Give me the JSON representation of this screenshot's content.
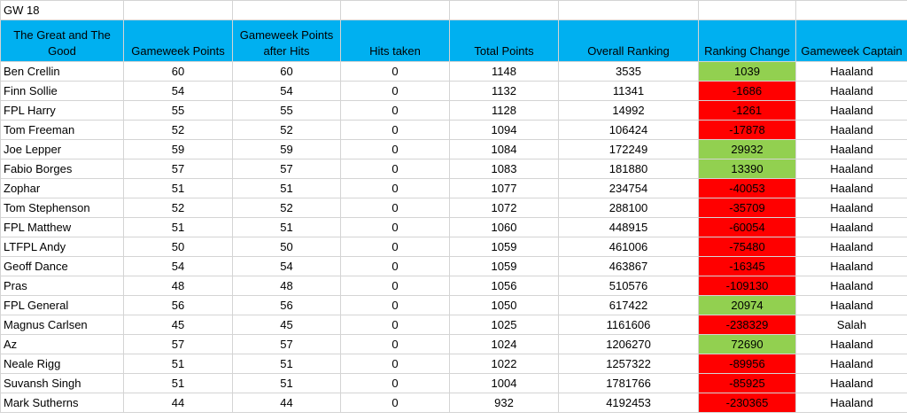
{
  "sheet": {
    "title": "GW 18",
    "headers": [
      "The Great and The Good",
      "Gameweek Points",
      "Gameweek Points after Hits",
      "Hits taken",
      "Total Points",
      "Overall Ranking",
      "Ranking Change",
      "Gameweek Captain"
    ],
    "colors": {
      "header": "#00b0f0",
      "positive_change": "#92d050",
      "negative_change": "#ff0000"
    },
    "rows": [
      {
        "name": "Ben Crellin",
        "gw_points": "60",
        "after_hits": "60",
        "hits": "0",
        "total": "1148",
        "overall": "3535",
        "change": "1039",
        "captain": "Haaland"
      },
      {
        "name": "Finn Sollie",
        "gw_points": "54",
        "after_hits": "54",
        "hits": "0",
        "total": "1132",
        "overall": "11341",
        "change": "-1686",
        "captain": "Haaland"
      },
      {
        "name": "FPL Harry",
        "gw_points": "55",
        "after_hits": "55",
        "hits": "0",
        "total": "1128",
        "overall": "14992",
        "change": "-1261",
        "captain": "Haaland"
      },
      {
        "name": "Tom Freeman",
        "gw_points": "52",
        "after_hits": "52",
        "hits": "0",
        "total": "1094",
        "overall": "106424",
        "change": "-17878",
        "captain": "Haaland"
      },
      {
        "name": "Joe Lepper",
        "gw_points": "59",
        "after_hits": "59",
        "hits": "0",
        "total": "1084",
        "overall": "172249",
        "change": "29932",
        "captain": "Haaland"
      },
      {
        "name": "Fabio Borges",
        "gw_points": "57",
        "after_hits": "57",
        "hits": "0",
        "total": "1083",
        "overall": "181880",
        "change": "13390",
        "captain": "Haaland"
      },
      {
        "name": "Zophar",
        "gw_points": "51",
        "after_hits": "51",
        "hits": "0",
        "total": "1077",
        "overall": "234754",
        "change": "-40053",
        "captain": "Haaland"
      },
      {
        "name": "Tom Stephenson",
        "gw_points": "52",
        "after_hits": "52",
        "hits": "0",
        "total": "1072",
        "overall": "288100",
        "change": "-35709",
        "captain": "Haaland"
      },
      {
        "name": "FPL Matthew",
        "gw_points": "51",
        "after_hits": "51",
        "hits": "0",
        "total": "1060",
        "overall": "448915",
        "change": "-60054",
        "captain": "Haaland"
      },
      {
        "name": "LTFPL Andy",
        "gw_points": "50",
        "after_hits": "50",
        "hits": "0",
        "total": "1059",
        "overall": "461006",
        "change": "-75480",
        "captain": "Haaland"
      },
      {
        "name": "Geoff Dance",
        "gw_points": "54",
        "after_hits": "54",
        "hits": "0",
        "total": "1059",
        "overall": "463867",
        "change": "-16345",
        "captain": "Haaland"
      },
      {
        "name": "Pras",
        "gw_points": "48",
        "after_hits": "48",
        "hits": "0",
        "total": "1056",
        "overall": "510576",
        "change": "-109130",
        "captain": "Haaland"
      },
      {
        "name": "FPL General",
        "gw_points": "56",
        "after_hits": "56",
        "hits": "0",
        "total": "1050",
        "overall": "617422",
        "change": "20974",
        "captain": "Haaland"
      },
      {
        "name": "Magnus Carlsen",
        "gw_points": "45",
        "after_hits": "45",
        "hits": "0",
        "total": "1025",
        "overall": "1161606",
        "change": "-238329",
        "captain": "Salah"
      },
      {
        "name": "Az",
        "gw_points": "57",
        "after_hits": "57",
        "hits": "0",
        "total": "1024",
        "overall": "1206270",
        "change": "72690",
        "captain": "Haaland"
      },
      {
        "name": "Neale Rigg",
        "gw_points": "51",
        "after_hits": "51",
        "hits": "0",
        "total": "1022",
        "overall": "1257322",
        "change": "-89956",
        "captain": "Haaland"
      },
      {
        "name": "Suvansh Singh",
        "gw_points": "51",
        "after_hits": "51",
        "hits": "0",
        "total": "1004",
        "overall": "1781766",
        "change": "-85925",
        "captain": "Haaland"
      },
      {
        "name": "Mark Sutherns",
        "gw_points": "44",
        "after_hits": "44",
        "hits": "0",
        "total": "932",
        "overall": "4192453",
        "change": "-230365",
        "captain": "Haaland"
      }
    ]
  }
}
